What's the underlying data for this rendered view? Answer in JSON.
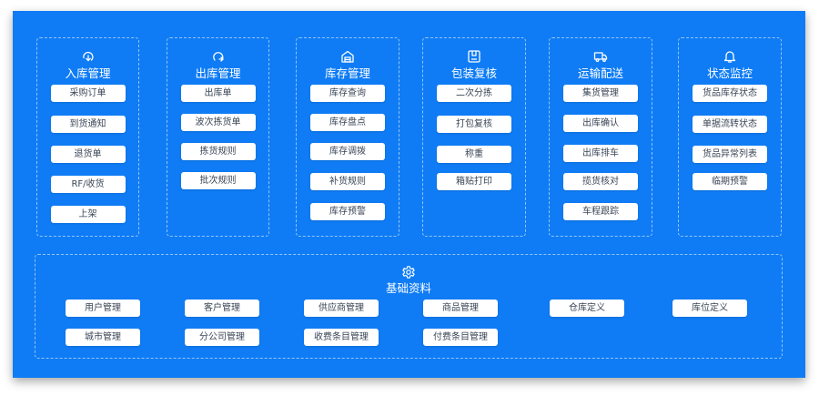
{
  "modules": [
    {
      "title": "入库管理",
      "icon": "inbound-arrow-icon",
      "items": [
        "采购订单",
        "到货通知",
        "退货单",
        "RF/收货",
        "上架"
      ]
    },
    {
      "title": "出库管理",
      "icon": "outbound-arrow-icon",
      "items": [
        "出库单",
        "波次拣货单",
        "拣货规则",
        "批次规则"
      ]
    },
    {
      "title": "库存管理",
      "icon": "warehouse-icon",
      "items": [
        "库存查询",
        "库存盘点",
        "库存调拨",
        "补货规则",
        "库存预警"
      ]
    },
    {
      "title": "包装复核",
      "icon": "package-icon",
      "items": [
        "二次分拣",
        "打包复核",
        "称重",
        "箱贴打印"
      ]
    },
    {
      "title": "运输配送",
      "icon": "truck-icon",
      "items": [
        "集货管理",
        "出库确认",
        "出库排车",
        "揽货核对",
        "车程跟踪"
      ]
    },
    {
      "title": "状态监控",
      "icon": "bell-icon",
      "items": [
        "货品库存状态",
        "单据流转状态",
        "货品异常列表",
        "临期预警"
      ]
    }
  ],
  "base": {
    "title": "基础资料",
    "icon": "gear-icon",
    "row1": [
      "用户管理",
      "客户管理",
      "供应商管理",
      "商品管理",
      "仓库定义",
      "库位定义"
    ],
    "row2": [
      "城市管理",
      "分公司管理",
      "收费条目管理",
      "付费条目管理"
    ]
  },
  "colors": {
    "background": "#0f7cf5",
    "chip": "#ffffff",
    "chip_text": "#3a4656"
  }
}
